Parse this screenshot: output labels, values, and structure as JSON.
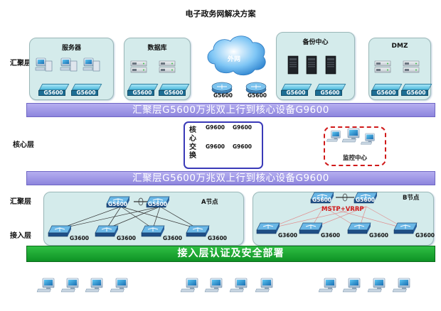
{
  "title": "电子政务网解决方案",
  "layers": {
    "agg_top": "汇聚层",
    "core": "核心层",
    "agg_bottom": "汇聚层",
    "access": "接入层"
  },
  "panels": {
    "servers": "服务器",
    "database": "数据库",
    "internet": "外网",
    "backup": "备份中心",
    "dmz": "DMZ"
  },
  "device_labels": {
    "g5600": "G5600",
    "g9600": "G9600",
    "g3600": "G3600"
  },
  "bars": {
    "top": "汇聚层G5600万兆双上行到核心设备G9600",
    "middle": "汇聚层G5600万兆双上行到核心设备G9600",
    "bottom": "接入层认证及安全部署"
  },
  "core": {
    "label": "核心交换",
    "switch_label": "G9600"
  },
  "control_center": "监控中心",
  "node_a": "A节点",
  "node_b": "B节点",
  "protocol": "MSTP+VRRP",
  "colors": {
    "bar_purple": "#9a92e4",
    "bar_green": "#17a32f",
    "panel": "#d4ebeb",
    "core_border": "#3a3ab8",
    "control_border": "#d01a1a",
    "protocol_text": "#d01a1a"
  }
}
